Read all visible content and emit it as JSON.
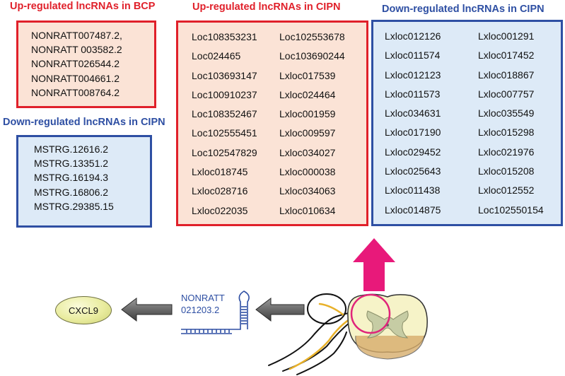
{
  "bcp_up": {
    "title": "Up-regulated lncRNAs in BCP",
    "items": [
      "NONRATT007487.2,",
      "NONRATT 003582.2",
      "NONRATT026544.2",
      "NONRATT004661.2",
      "NONRATT008764.2"
    ]
  },
  "cipn_down_small": {
    "title": "Down-regulated lncRNAs in CIPN",
    "items": [
      "MSTRG.12616.2",
      "MSTRG.13351.2",
      "MSTRG.16194.3",
      "MSTRG.16806.2",
      "MSTRG.29385.15"
    ]
  },
  "cipn_up": {
    "title": "Up-regulated lncRNAs in CIPN",
    "col1": [
      "Loc108353231",
      "Loc024465",
      "Loc103693147",
      "Loc100910237",
      "Loc108352467",
      "Loc102555451",
      "Loc102547829",
      "Lxloc018745",
      "Lxloc028716",
      "Lxloc022035"
    ],
    "col2": [
      "Loc102553678",
      "Loc103690244",
      "Lxloc017539",
      "Lxloc024464",
      "Lxloc001959",
      "Lxloc009597",
      "Lxloc034027",
      "Lxloc000038",
      "Lxloc034063",
      "Lxloc010634"
    ]
  },
  "cipn_down_large": {
    "title": "Down-regulated lncRNAs in CIPN",
    "col1": [
      "Lxloc012126",
      "Lxloc011574",
      "Lxloc012123",
      "Lxloc011573",
      "Lxloc034631",
      "Lxloc017190",
      "Lxloc029452",
      "Lxloc025643",
      "Lxloc011438",
      "Lxloc014875"
    ],
    "col2": [
      "Lxloc001291",
      "Lxloc017452",
      "Lxloc018867",
      "Lxloc007757",
      "Lxloc035549",
      "Lxloc015298",
      "Lxloc021976",
      "Lxloc015208",
      "Lxloc012552",
      "Loc102550154"
    ]
  },
  "pathway": {
    "target_label": "CXCL9",
    "lncrna_line1": "NONRATT",
    "lncrna_line2": "021203.2"
  },
  "colors": {
    "red": "#e0202a",
    "blue": "#2e4fa3",
    "magenta_arrow": "#e8197a",
    "pink_fill": "#fbe3d6",
    "blue_fill": "#ddeaf7"
  }
}
